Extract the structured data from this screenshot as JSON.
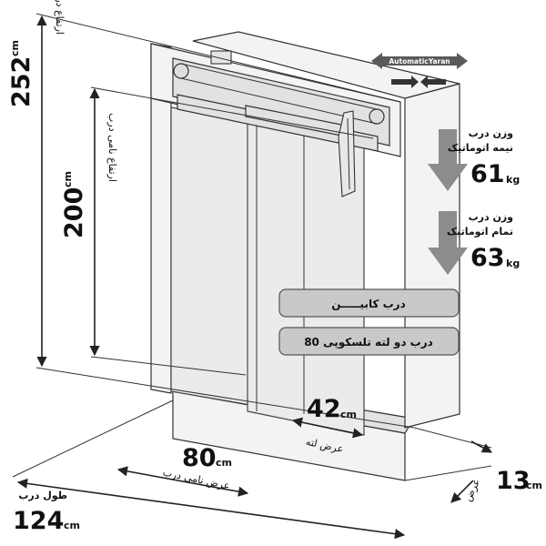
{
  "colors": {
    "arrow_gray": "#8c8c8c",
    "box_fill": "#c9c9c9",
    "box_border": "#555555",
    "line": "#222222",
    "brand_arrow": "#5a5a5a"
  },
  "brand": {
    "text": "AutomaticYaran"
  },
  "height_total": {
    "value": "252",
    "unit": "cm",
    "label": "ارتفاع درب"
  },
  "height_clear": {
    "value": "200",
    "unit": "cm",
    "label": "ارتفاع نامی درب"
  },
  "weight_semi": {
    "label_line1": "وزن درب",
    "label_line2": "نیمه اتوماتیک",
    "value": "61",
    "unit": "kg"
  },
  "weight_full": {
    "label_line1": "وزن درب",
    "label_line2": "تمام اتوماتیک",
    "value": "63",
    "unit": "kg"
  },
  "box_cabin": {
    "text": "درب کابیـــــن"
  },
  "box_type": {
    "text": "درب دو لته تلسکوپی 80"
  },
  "leaf_width": {
    "value": "42",
    "unit": "cm",
    "label": "عرض لته"
  },
  "clear_width": {
    "value": "80",
    "unit": "cm",
    "label": "عرض نامی درب"
  },
  "depth": {
    "value": "13",
    "unit": "cm",
    "label": "عرض"
  },
  "door_length": {
    "value": "124",
    "unit": "cm",
    "label": "طول درب"
  }
}
